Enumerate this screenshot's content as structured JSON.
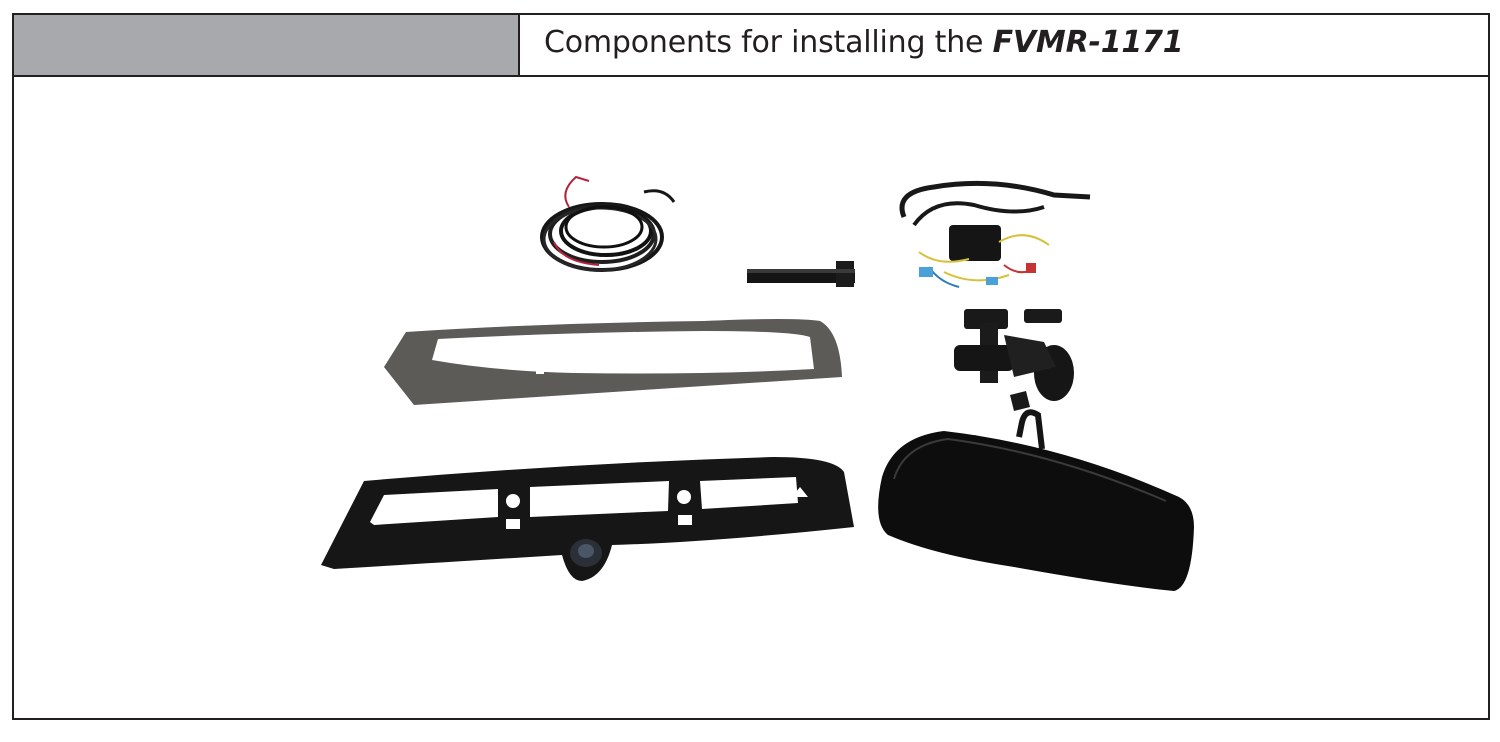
{
  "header": {
    "title_prefix": "Components for installing the ",
    "model": "FVMR-1171"
  },
  "photo": {
    "components": [
      "wiring-cable-coil",
      "mounting-clip",
      "power-wiring-harness",
      "gray-gasket-frame",
      "mirror-mount-bracket",
      "camera-bezel-with-camera",
      "rearview-mirror-monitor"
    ]
  }
}
